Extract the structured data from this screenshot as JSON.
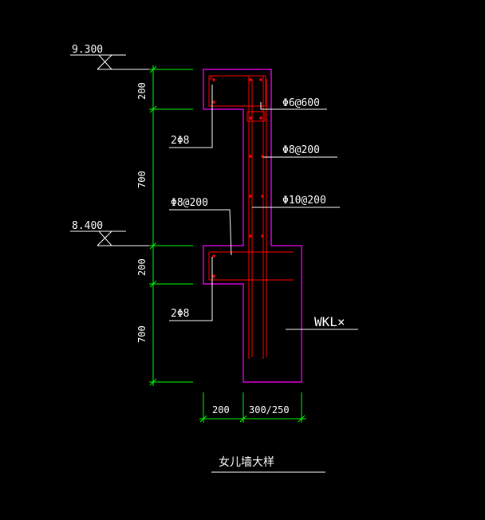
{
  "drawing": {
    "title": "女儿墙大样",
    "elevations": {
      "top": "9.300",
      "mid": "8.400"
    },
    "vertical_dims": [
      "200",
      "700",
      "200",
      "700"
    ],
    "horizontal_dims": [
      "200",
      "300/250"
    ],
    "rebar_labels": {
      "stirrup_upper": "Φ6@600",
      "bar_8_200_right": "Φ8@200",
      "bar_10_200": "Φ10@200",
      "bar_8_200_left": "Φ8@200",
      "two_phi8_upper": "2Φ8",
      "two_phi8_lower": "2Φ8"
    },
    "beam_label": "WKL×"
  },
  "colors": {
    "background": "#000000",
    "outline": "#ff00ff",
    "rebar": "#ff0000",
    "dimension": "#00ff00",
    "leader": "#ffffff"
  }
}
